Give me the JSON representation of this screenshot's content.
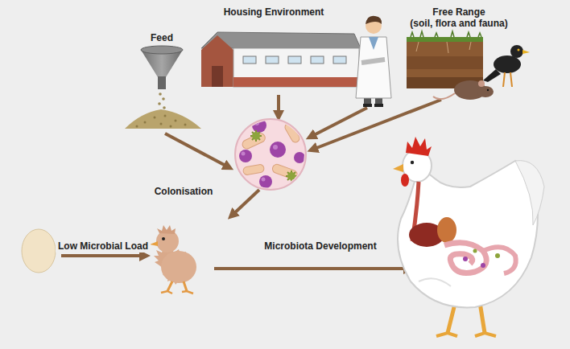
{
  "diagram": {
    "nodes": [
      {
        "text": [
          "Feed"
        ]
      },
      {
        "text": [
          "Housing Environment"
        ]
      },
      {
        "text": [
          "Free Range",
          "(soil, flora and fauna)"
        ]
      }
    ],
    "labels": [
      "Colonisation",
      "Low Microbial Load",
      "Microbiota Development"
    ]
  }
}
